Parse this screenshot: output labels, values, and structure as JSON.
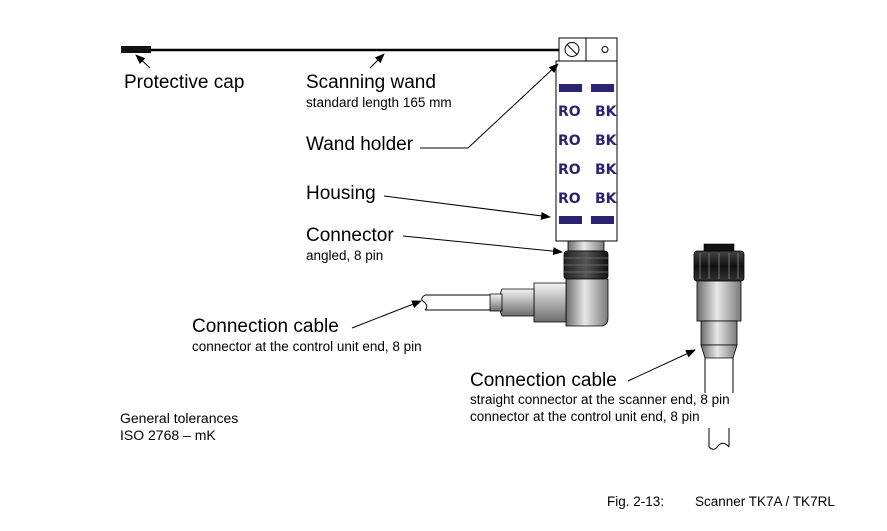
{
  "labels": {
    "protective_cap": "Protective cap",
    "scanning_wand": "Scanning wand",
    "scanning_wand_sub": "standard length 165 mm",
    "wand_holder": "Wand holder",
    "housing": "Housing",
    "connector": "Connector",
    "connector_sub": "angled, 8 pin",
    "connection_cable_left": "Connection cable",
    "connection_cable_left_sub": "connector at the control unit end, 8 pin",
    "connection_cable_right": "Connection cable",
    "connection_cable_right_sub1": "straight connector at the scanner end, 8 pin",
    "connection_cable_right_sub2": "connector at the control unit end, 8 pin"
  },
  "housing_codes": [
    {
      "left": "RO",
      "right": "BK"
    },
    {
      "left": "RO",
      "right": "BK"
    },
    {
      "left": "RO",
      "right": "BK"
    },
    {
      "left": "RO",
      "right": "BK"
    }
  ],
  "tolerances": {
    "line1": "General tolerances",
    "line2": "ISO 2768 – mK"
  },
  "caption": {
    "fig": "Fig. 2-13:",
    "title": "Scanner TK7A / TK7RL"
  },
  "colors": {
    "stripe": "#2a2370",
    "connector_dark": "#1a1a1a",
    "metal": "#a8a8a8"
  }
}
